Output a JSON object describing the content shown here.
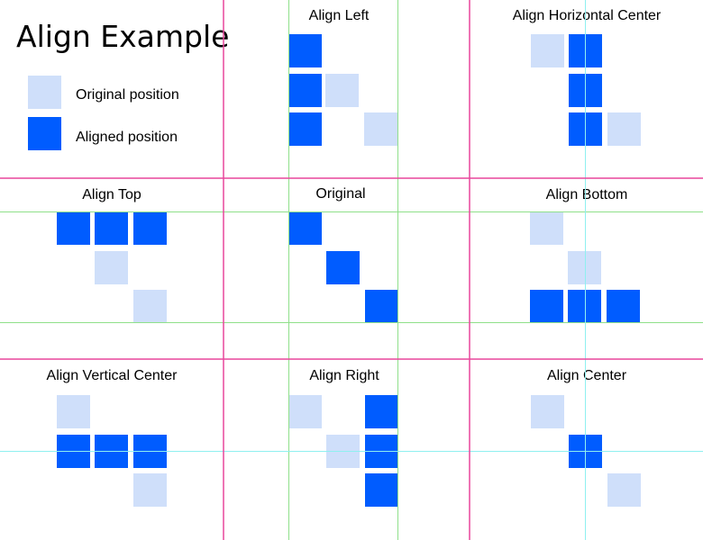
{
  "title": "Align Example",
  "legend": {
    "original_label": "Original position",
    "aligned_label": "Aligned position"
  },
  "panels": [
    {
      "id": "align-left",
      "label": "Align Left"
    },
    {
      "id": "align-horizontal-center",
      "label": "Align Horizontal Center"
    },
    {
      "id": "align-top",
      "label": "Align Top"
    },
    {
      "id": "original",
      "label": "Original"
    },
    {
      "id": "align-bottom",
      "label": "Align Bottom"
    },
    {
      "id": "align-vertical-center",
      "label": "Align Vertical Center"
    },
    {
      "id": "align-right",
      "label": "Align Right"
    },
    {
      "id": "align-center",
      "label": "Align Center"
    }
  ],
  "colors": {
    "original": "#cfdffa",
    "aligned": "#005cff",
    "panel_divider": "#e8479c",
    "guide_edge": "#8fe08a",
    "guide_center": "#8ff0f0",
    "text": "#000000"
  }
}
